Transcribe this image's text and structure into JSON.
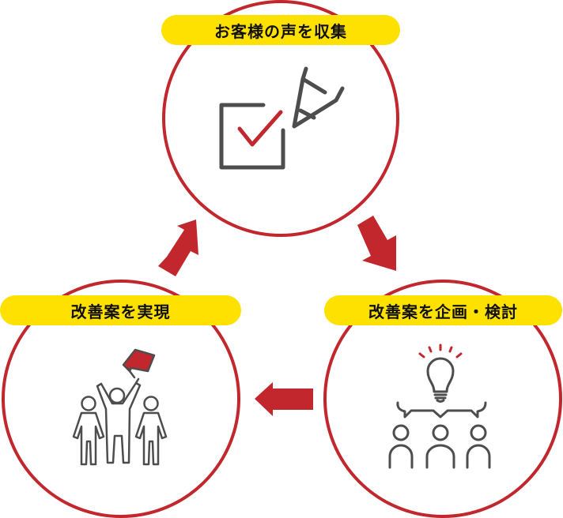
{
  "colors": {
    "accent_red": "#c1272d",
    "label_yellow": "#ffe100",
    "icon_gray": "#4d4d4d",
    "text": "#111111",
    "background": "#ffffff"
  },
  "cycle": {
    "steps": [
      {
        "id": "collect",
        "label": "お客様の声を収集",
        "icon": "checkbox-pen-icon"
      },
      {
        "id": "plan",
        "label": "改善案を企画・検討",
        "icon": "idea-meeting-icon"
      },
      {
        "id": "realize",
        "label": "改善案を実現",
        "icon": "team-flag-icon"
      }
    ],
    "arrows": [
      {
        "from": "collect",
        "to": "plan",
        "direction": "down-right"
      },
      {
        "from": "plan",
        "to": "realize",
        "direction": "left"
      },
      {
        "from": "realize",
        "to": "collect",
        "direction": "up-right"
      }
    ]
  }
}
